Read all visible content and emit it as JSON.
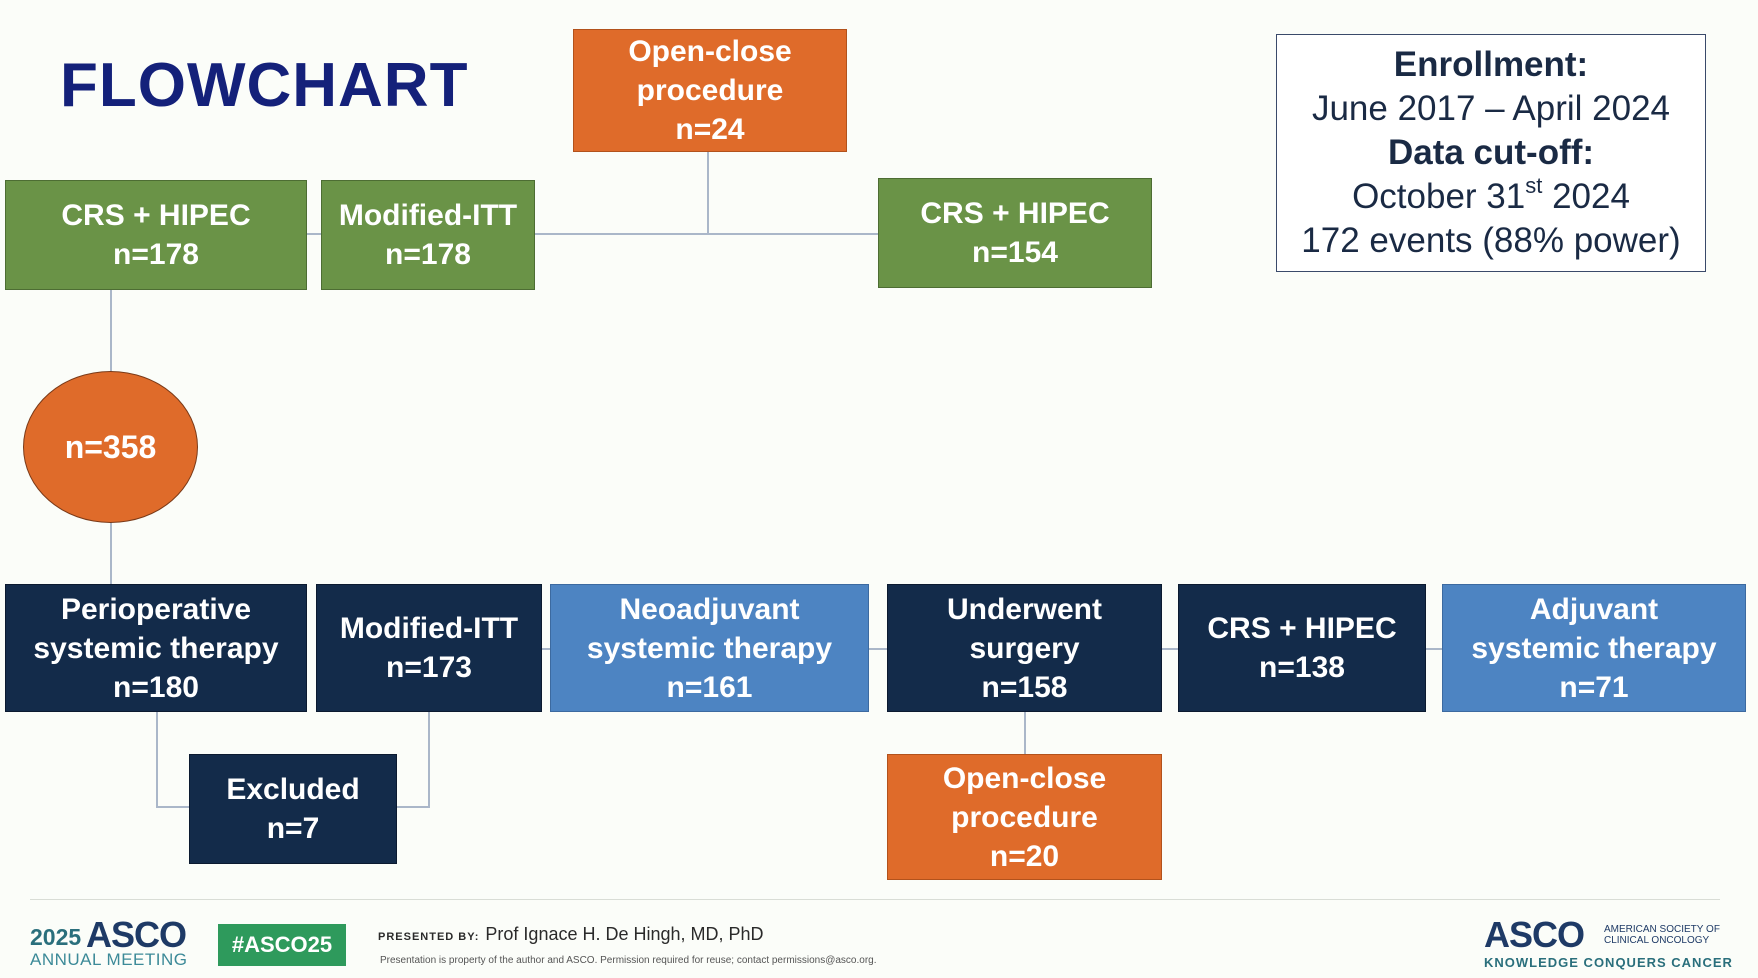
{
  "title": "FLOWCHART",
  "enrollment": {
    "label": "Enrollment:",
    "dates": "June 2017 – April 2024",
    "cutoff_label": "Data cut-off:",
    "cutoff_month": "October 31",
    "cutoff_sup": "st",
    "cutoff_year": " 2024",
    "events": "172 events (88% power)"
  },
  "boxes": {
    "open_close_top": {
      "line1": "Open-close",
      "line2": "procedure",
      "line3": "n=24"
    },
    "crs_hipec_1": {
      "line1": "CRS + HIPEC",
      "line2": "n=178"
    },
    "modified_itt_1": {
      "line1": "Modified-ITT",
      "line2": "n=178"
    },
    "crs_hipec_2": {
      "line1": "CRS + HIPEC",
      "line2": "n=154"
    },
    "total": {
      "label": "n=358"
    },
    "perioperative": {
      "line1": "Perioperative",
      "line2": "systemic therapy",
      "line3": "n=180"
    },
    "modified_itt_2": {
      "line1": "Modified-ITT",
      "line2": "n=173"
    },
    "neoadjuvant": {
      "line1": "Neoadjuvant",
      "line2": "systemic therapy",
      "line3": "n=161"
    },
    "underwent_surgery": {
      "line1": "Underwent",
      "line2": "surgery",
      "line3": "n=158"
    },
    "crs_hipec_3": {
      "line1": "CRS + HIPEC",
      "line2": "n=138"
    },
    "adjuvant": {
      "line1": "Adjuvant",
      "line2": "systemic therapy",
      "line3": "n=71"
    },
    "excluded": {
      "line1": "Excluded",
      "line2": "n=7"
    },
    "open_close_bottom": {
      "line1": "Open-close",
      "line2": "procedure",
      "line3": "n=20"
    }
  },
  "footer": {
    "year": "2025",
    "asco": "ASCO",
    "meeting": "ANNUAL MEETING",
    "hashtag": "#ASCO25",
    "presented_label": "PRESENTED BY:",
    "presenter": "Prof Ignace H. De Hingh, MD, PhD",
    "disclaimer": "Presentation is property of the author and ASCO. Permission required for reuse; contact permissions@asco.org.",
    "logo": "ASCO",
    "society_line1": "AMERICAN SOCIETY OF",
    "society_line2": "CLINICAL ONCOLOGY",
    "tagline": "KNOWLEDGE CONQUERS CANCER"
  },
  "colors": {
    "green": "#6a9347",
    "orange": "#df6b2a",
    "navy": "#132b4a",
    "blue": "#4d84c2",
    "title": "#14217a"
  }
}
